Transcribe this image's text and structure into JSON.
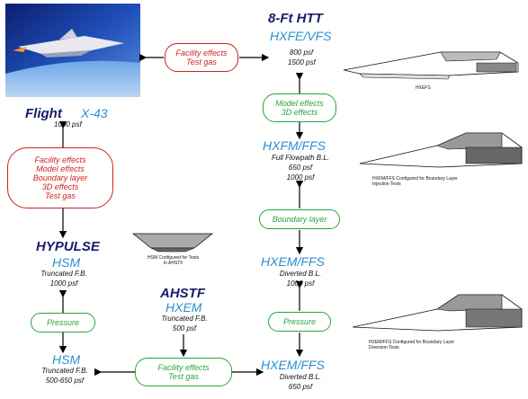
{
  "nodes": {
    "flight": {
      "title": "Flight",
      "model": "X-43",
      "details": [
        "1000 psf"
      ]
    },
    "ft8_htt": {
      "title": "8-Ft HTT",
      "model": "HXFE/VFS",
      "details": [
        "800 psf",
        "1500 psf"
      ]
    },
    "hxfmffs_top": {
      "model": "HXFM/FFS",
      "details": [
        "Full Flowpath B.L.",
        "650 psf",
        "1000 psf"
      ]
    },
    "hypulse": {
      "title": "HYPULSE",
      "model": "HSM",
      "details": [
        "Truncated F.B.",
        "1000 psf"
      ]
    },
    "hxemffs_mid": {
      "model": "HXEM/FFS",
      "details": [
        "Diverted B.L.",
        "1000 psf"
      ]
    },
    "ahstf": {
      "title": "AHSTF",
      "model": "HXEM",
      "details": [
        "Truncated F.B.",
        "500 psf"
      ]
    },
    "hsm_bottom": {
      "model": "HSM",
      "details": [
        "Truncated F.B.",
        "500-650 psf"
      ]
    },
    "hxemffs_bottom": {
      "model": "HXEM/FFS",
      "details": [
        "Diverted B.L.",
        "650 psf"
      ]
    }
  },
  "pills": {
    "facility_top": [
      "Facility effects",
      "Test gas"
    ],
    "flight_effects": [
      "Facility effects",
      "Model effects",
      "Boundary layer",
      "3D effects",
      "Test gas"
    ],
    "model_effects": [
      "Model effects",
      "3D effects"
    ],
    "boundary_layer": [
      "Boundary layer"
    ],
    "pressure_left": [
      "Pressure"
    ],
    "pressure_right": [
      "Pressure"
    ],
    "facility_bottom": [
      "Facility effects",
      "Test gas"
    ]
  },
  "captions": {
    "hxefs": "HXEFS",
    "hxfmffs": [
      "HXFM/FFS Configured for Boundary Layer",
      "Injection Tests"
    ],
    "hsm": [
      "HSM Configured for Tests",
      "In AHSTF"
    ],
    "hxemffs": [
      "HXEM/FFS Configured for Boundary Layer",
      "Diversion Tests"
    ]
  },
  "colors": {
    "title": "#1a1a6e",
    "model": "#2a8fd0",
    "red": "#d02020",
    "green": "#27a53c"
  }
}
